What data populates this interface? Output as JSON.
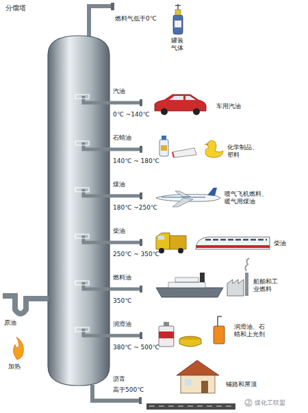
{
  "diagram": {
    "title": "分馏塔",
    "labels": [
      "燃料气低于0℃",
      "罐装气体",
      "汽油",
      "0℃ ~140℃",
      "车用汽油",
      "石蜡油",
      "140℃ ~ 180℃",
      "化学制品、塑料",
      "煤油",
      "180℃ ~250℃",
      "喷气飞机燃料、暖气用煤油",
      "柴油",
      "250℃ ~ 350℃",
      "柴油",
      "燃料油",
      "350℃",
      "船舶和工业燃料",
      "润滑油",
      "380℃ ~ 500℃",
      "润滑油、石蜡和上光剂",
      "沥青",
      "高于500℃",
      "铺路和屋顶",
      "原油",
      "加热",
      "煤化工联盟"
    ]
  }
}
